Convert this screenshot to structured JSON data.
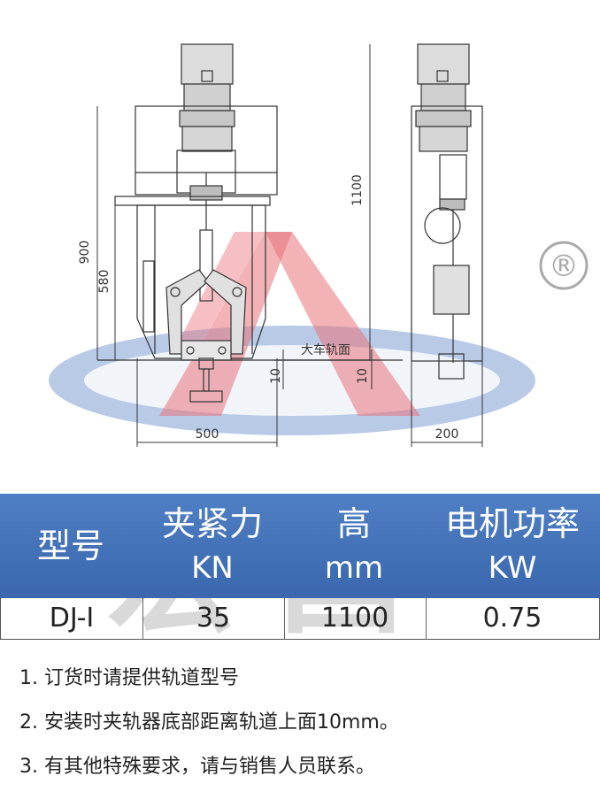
{
  "drawing": {
    "dimensions": {
      "total_height": "900",
      "frame_height": "580",
      "motor_height": "1100",
      "gap_left": "10",
      "gap_right": "10",
      "width_front": "500",
      "width_side": "200"
    },
    "rail_label": "大车轨面",
    "brand_mark": "®",
    "colors": {
      "logo_red": "#e8727a",
      "logo_blue": "#6b8fc9",
      "line": "#333333"
    }
  },
  "spec_table": {
    "headers": [
      {
        "label": "型号",
        "unit": ""
      },
      {
        "label": "夹紧力",
        "unit": "KN"
      },
      {
        "label": "高",
        "unit": "mm"
      },
      {
        "label": "电机功率",
        "unit": "KW"
      }
    ],
    "rows": [
      {
        "model": "DJ-I",
        "force": "35",
        "height": "1100",
        "power": "0.75"
      }
    ],
    "header_color": "#4472c4"
  },
  "watermark": {
    "text": "宏昌"
  },
  "notes": [
    "1. 订货时请提供轨道型号",
    "2. 安装时夹轨器底部距离轨道上面10mm。",
    "3. 有其他特殊要求，请与销售人员联系。"
  ]
}
